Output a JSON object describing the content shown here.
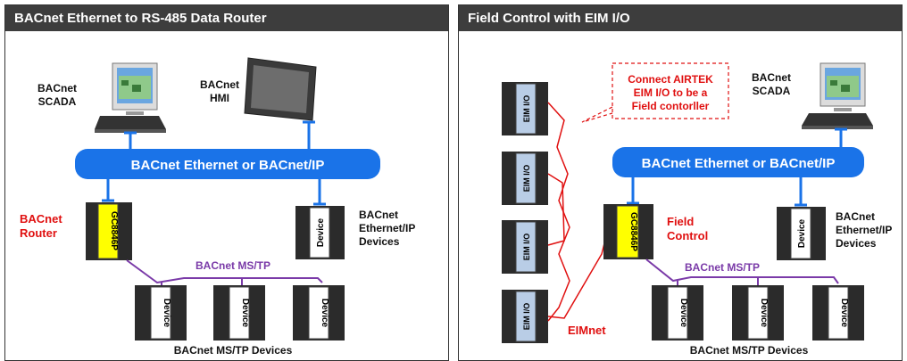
{
  "left_panel": {
    "title": "BACnet Ethernet to RS-485 Data Router",
    "scada_label": [
      "BACnet",
      "SCADA"
    ],
    "hmi_label": [
      "BACnet",
      "HMI"
    ],
    "bus_label": "BACnet Ethernet or BACnet/IP",
    "router_label": [
      "BACnet",
      "Router"
    ],
    "router_module": "GC8846P",
    "ip_device_module": "Device",
    "ip_devices_label": [
      "BACnet",
      "Ethernet/IP",
      "Devices"
    ],
    "mstp_label": "BACnet MS/TP",
    "mstp_devices": [
      "Device",
      "Device",
      "Device"
    ],
    "mstp_devices_label": "BACnet MS/TP Devices"
  },
  "right_panel": {
    "title": "Field Control with EIM I/O",
    "callout": [
      "Connect AIRTEK",
      "EIM I/O to be a",
      "Field contorller"
    ],
    "scada_label": [
      "BACnet",
      "SCADA"
    ],
    "bus_label": "BACnet Ethernet or BACnet/IP",
    "eim_modules": [
      "EIM I/O",
      "EIM I/O",
      "EIM I/O",
      "EIM I/O"
    ],
    "eimnet_label": "EIMnet",
    "controller_module": "GC8846P",
    "controller_label": [
      "Field",
      "Control"
    ],
    "ip_device_module": "Device",
    "ip_devices_label": [
      "BACnet",
      "Ethernet/IP",
      "Devices"
    ],
    "mstp_label": "BACnet MS/TP",
    "mstp_devices": [
      "Device",
      "Device",
      "Device"
    ],
    "mstp_devices_label": "BACnet MS/TP Devices"
  },
  "colors": {
    "header_bg": "#3d3d3d",
    "bus_blue": "#1a73e8",
    "red_label": "#e01010",
    "purple_line": "#7a3aa8",
    "eim_blue": "#b9cde6",
    "router_yellow": "#ffff00",
    "module_dark": "#2b2b2b"
  },
  "icons": [
    "computer-icon",
    "hmi-panel-icon"
  ]
}
